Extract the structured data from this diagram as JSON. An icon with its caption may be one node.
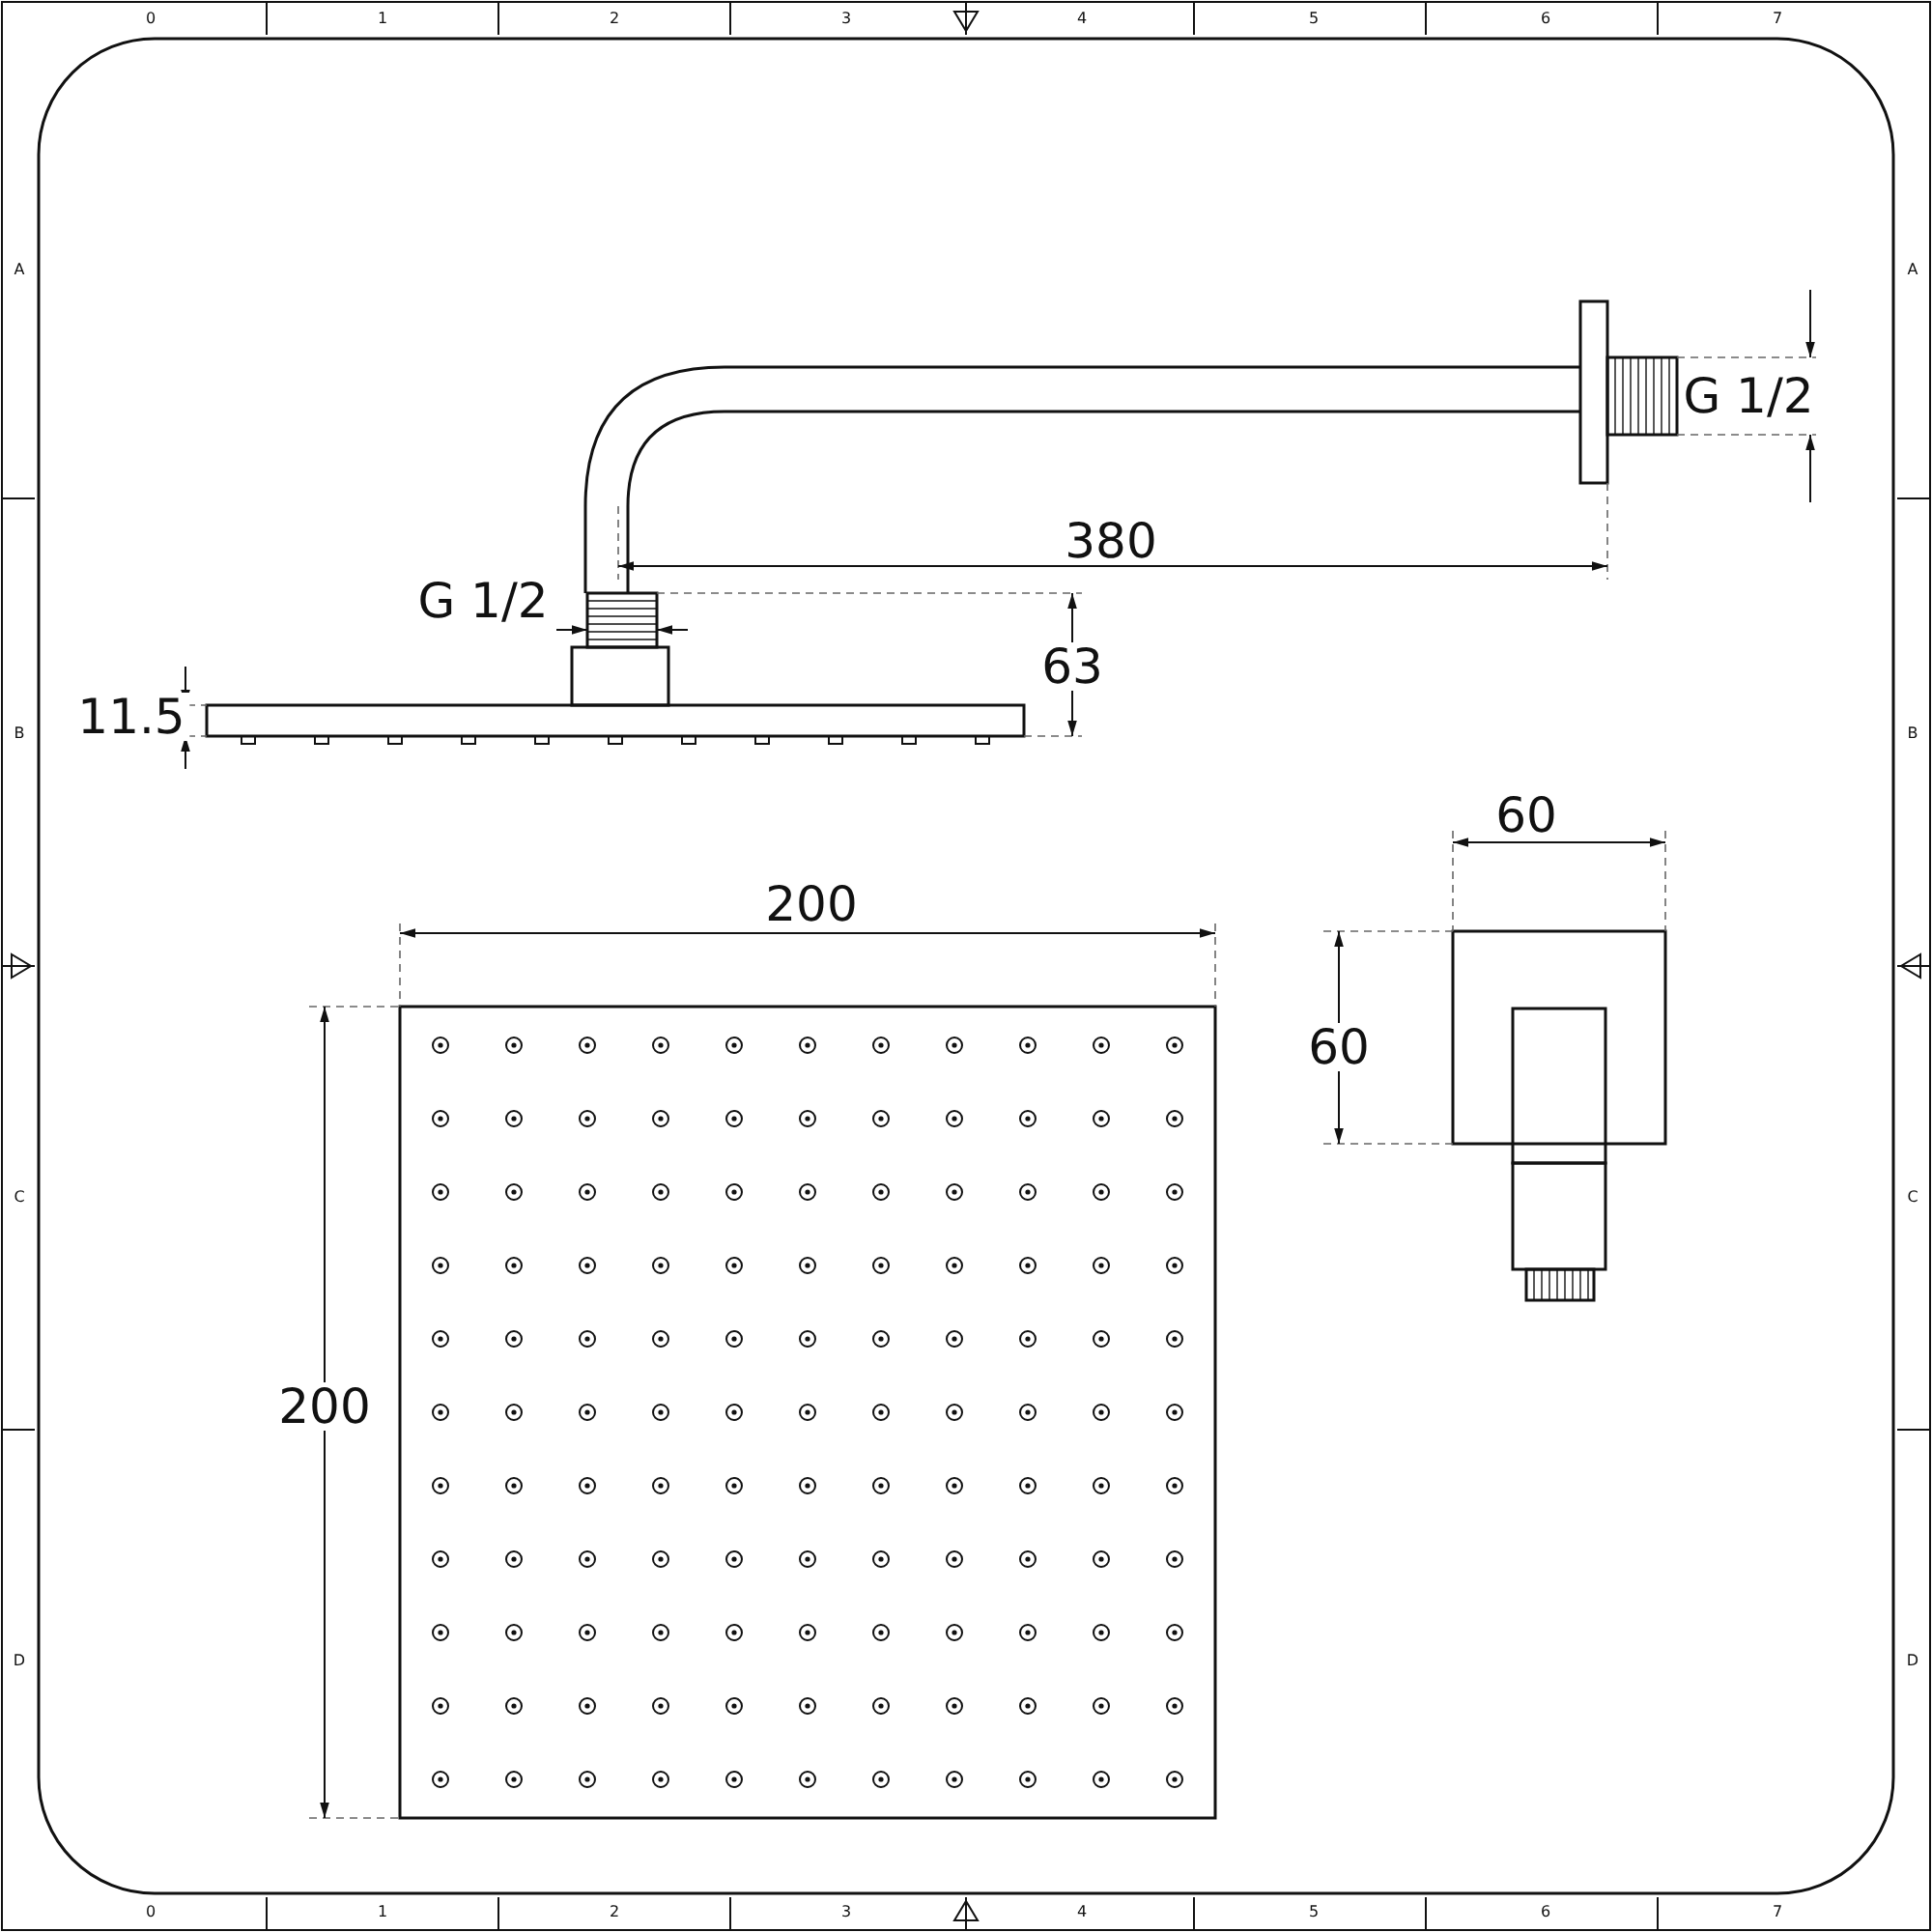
{
  "diagram": {
    "labels": [
      "0",
      "1",
      "2",
      "3",
      "4",
      "5",
      "6",
      "7",
      "G 1/2",
      "380",
      "G 1/2",
      "63",
      "11.5",
      "60",
      "200",
      "60",
      "200",
      "0",
      "1",
      "2",
      "3",
      "4",
      "5",
      "6",
      "7",
      "A",
      "B",
      "C",
      "D",
      "A",
      "B",
      "C",
      "D"
    ]
  }
}
